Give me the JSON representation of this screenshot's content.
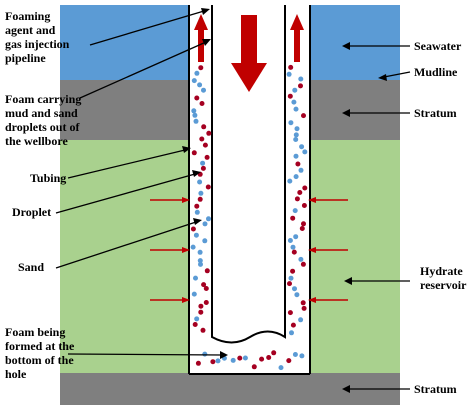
{
  "labels": {
    "pipeline": [
      "Foaming",
      "agent and",
      "gas injection",
      "pipeline"
    ],
    "foam_carrying": [
      "Foam carrying",
      "mud and sand",
      "droplets out of",
      "the wellbore"
    ],
    "tubing": "Tubing",
    "droplet": "Droplet",
    "sand": "Sand",
    "foam_formed": [
      "Foam being",
      "formed at the",
      "bottom of the",
      "hole"
    ],
    "seawater": "Seawater",
    "mudline": "Mudline",
    "stratum_upper": "Stratum",
    "hydrate_reservoir": [
      "Hydrate",
      "reservoir"
    ],
    "stratum_lower": "Stratum"
  },
  "colors": {
    "seawater": "#5b9bd5",
    "stratum": "#7f7f7f",
    "hydrate": "#a9d18e",
    "arrow_red": "#c00000",
    "droplet_blue": "#5b9bd5",
    "sand_red": "#a50021"
  }
}
